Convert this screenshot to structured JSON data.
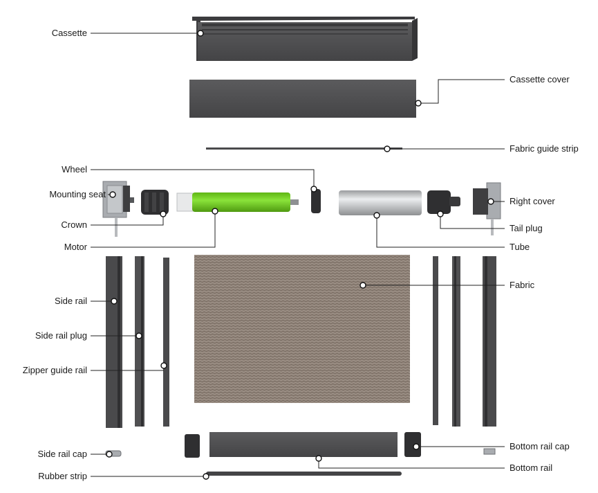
{
  "labels": {
    "cassette": "Cassette",
    "cassette_cover": "Cassette cover",
    "fabric_guide_strip": "Fabric guide strip",
    "wheel": "Wheel",
    "mounting_seat": "Mounting seat",
    "right_cover": "Right cover",
    "crown": "Crown",
    "tail_plug": "Tail plug",
    "motor": "Motor",
    "tube": "Tube",
    "fabric": "Fabric",
    "side_rail": "Side rail",
    "side_rail_plug": "Side rail plug",
    "zipper_guide_rail": "Zipper guide rail",
    "side_rail_cap": "Side rail cap",
    "bottom_rail_cap": "Bottom rail cap",
    "bottom_rail": "Bottom rail",
    "rubber_strip": "Rubber strip"
  },
  "colors": {
    "profile_dark": "#4a4a4c",
    "profile_mid": "#5a5a5c",
    "motor_green": "#7ed321",
    "tube_silver": "#c8cacc",
    "fabric_taupe": "#8b7e74"
  }
}
